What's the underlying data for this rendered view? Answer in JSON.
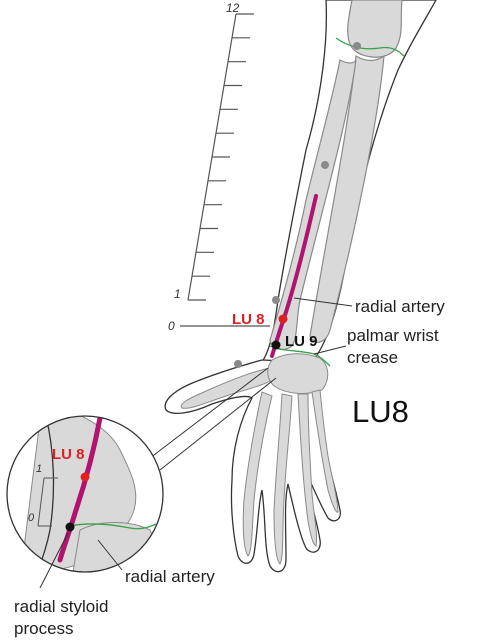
{
  "title": "LU8",
  "ruler": {
    "top_label": "12",
    "one_label": "1",
    "zero_label": "0",
    "tick_count": 12
  },
  "points": {
    "lu8": {
      "label": "LU 8",
      "color": "#e02020"
    },
    "lu9": {
      "label": "LU 9",
      "color": "#111111"
    }
  },
  "labels": {
    "radial_artery": "radial artery",
    "palmar_line1": "palmar wrist",
    "palmar_line2": "crease",
    "inset_radial_artery": "radial artery",
    "styloid_line1": "radial styloid",
    "styloid_line2": "process"
  },
  "inset": {
    "lu8_label": "LU 8",
    "one_label": "1",
    "zero_label": "0"
  },
  "colors": {
    "artery": "#b0146e",
    "bone_fill": "#d9d9d9",
    "bone_stroke": "#8a8a8a",
    "crease": "#3aa04a",
    "outline": "#333333",
    "ruler": "#555555"
  }
}
